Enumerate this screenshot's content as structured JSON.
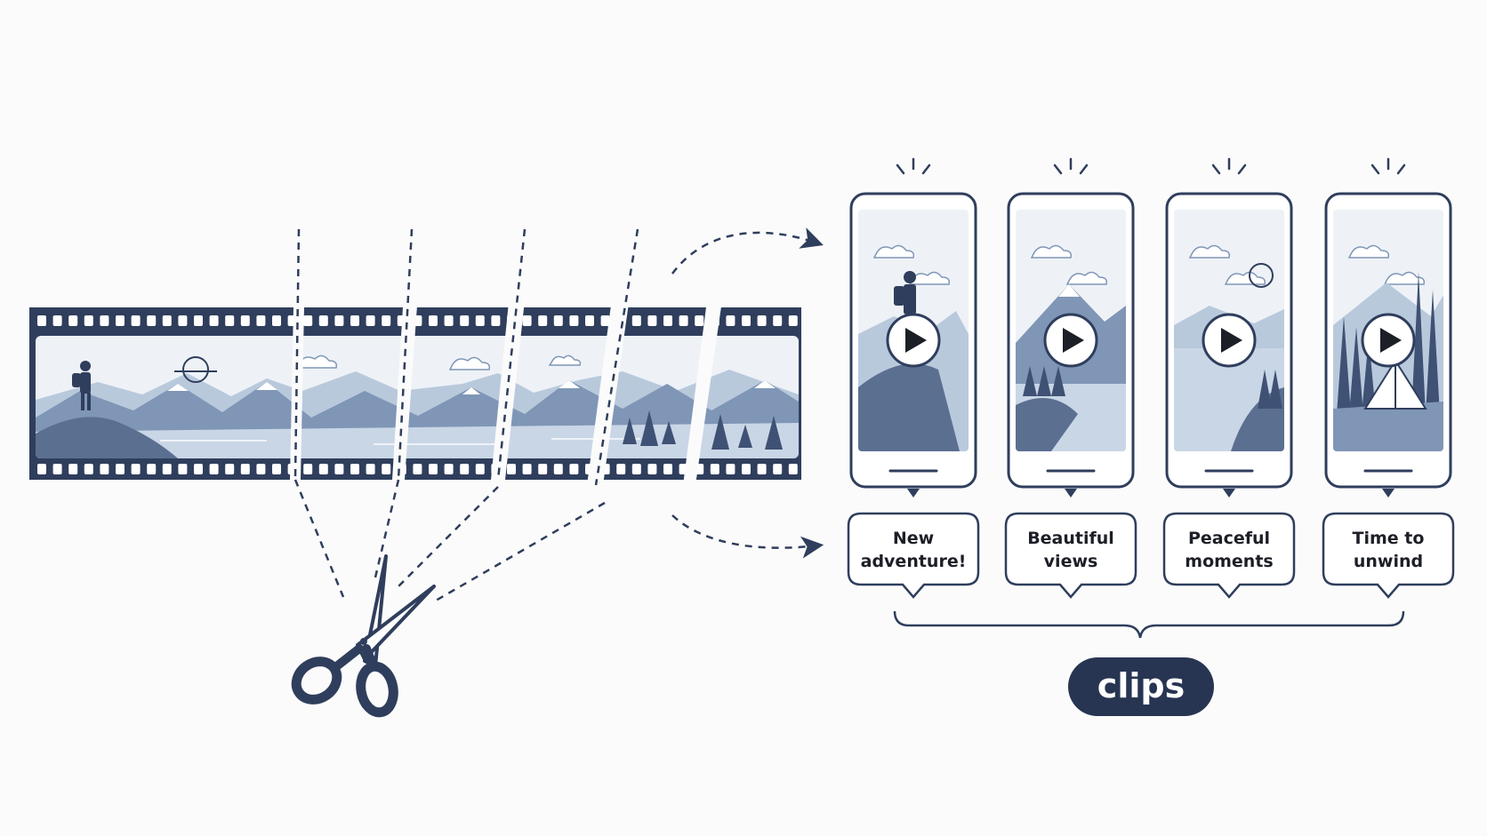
{
  "colors": {
    "background": "#fbfbfb",
    "ink": "#2f3e5c",
    "ink_dark": "#273552",
    "light_blue": "#b9c9dc",
    "mid_blue": "#7f96b6",
    "sky": "#eef2f7",
    "white": "#ffffff"
  },
  "film_strip": {
    "scene": "hiker on a hill overlooking mountains and a lake",
    "cut_lines": 4,
    "segments": 5
  },
  "scissors": {
    "icon": "scissors-icon"
  },
  "clips": [
    {
      "scene": "hiker-on-rock",
      "caption_line1": "New",
      "caption_line2": "adventure!",
      "play_icon": "play-icon"
    },
    {
      "scene": "mountain-lake",
      "caption_line1": "Beautiful",
      "caption_line2": "views",
      "play_icon": "play-icon"
    },
    {
      "scene": "calm-lake-sun",
      "caption_line1": "Peaceful",
      "caption_line2": "moments",
      "play_icon": "play-icon"
    },
    {
      "scene": "tent-campfire-forest",
      "caption_line1": "Time to",
      "caption_line2": "unwind",
      "play_icon": "play-icon"
    }
  ],
  "group_label": "clips"
}
